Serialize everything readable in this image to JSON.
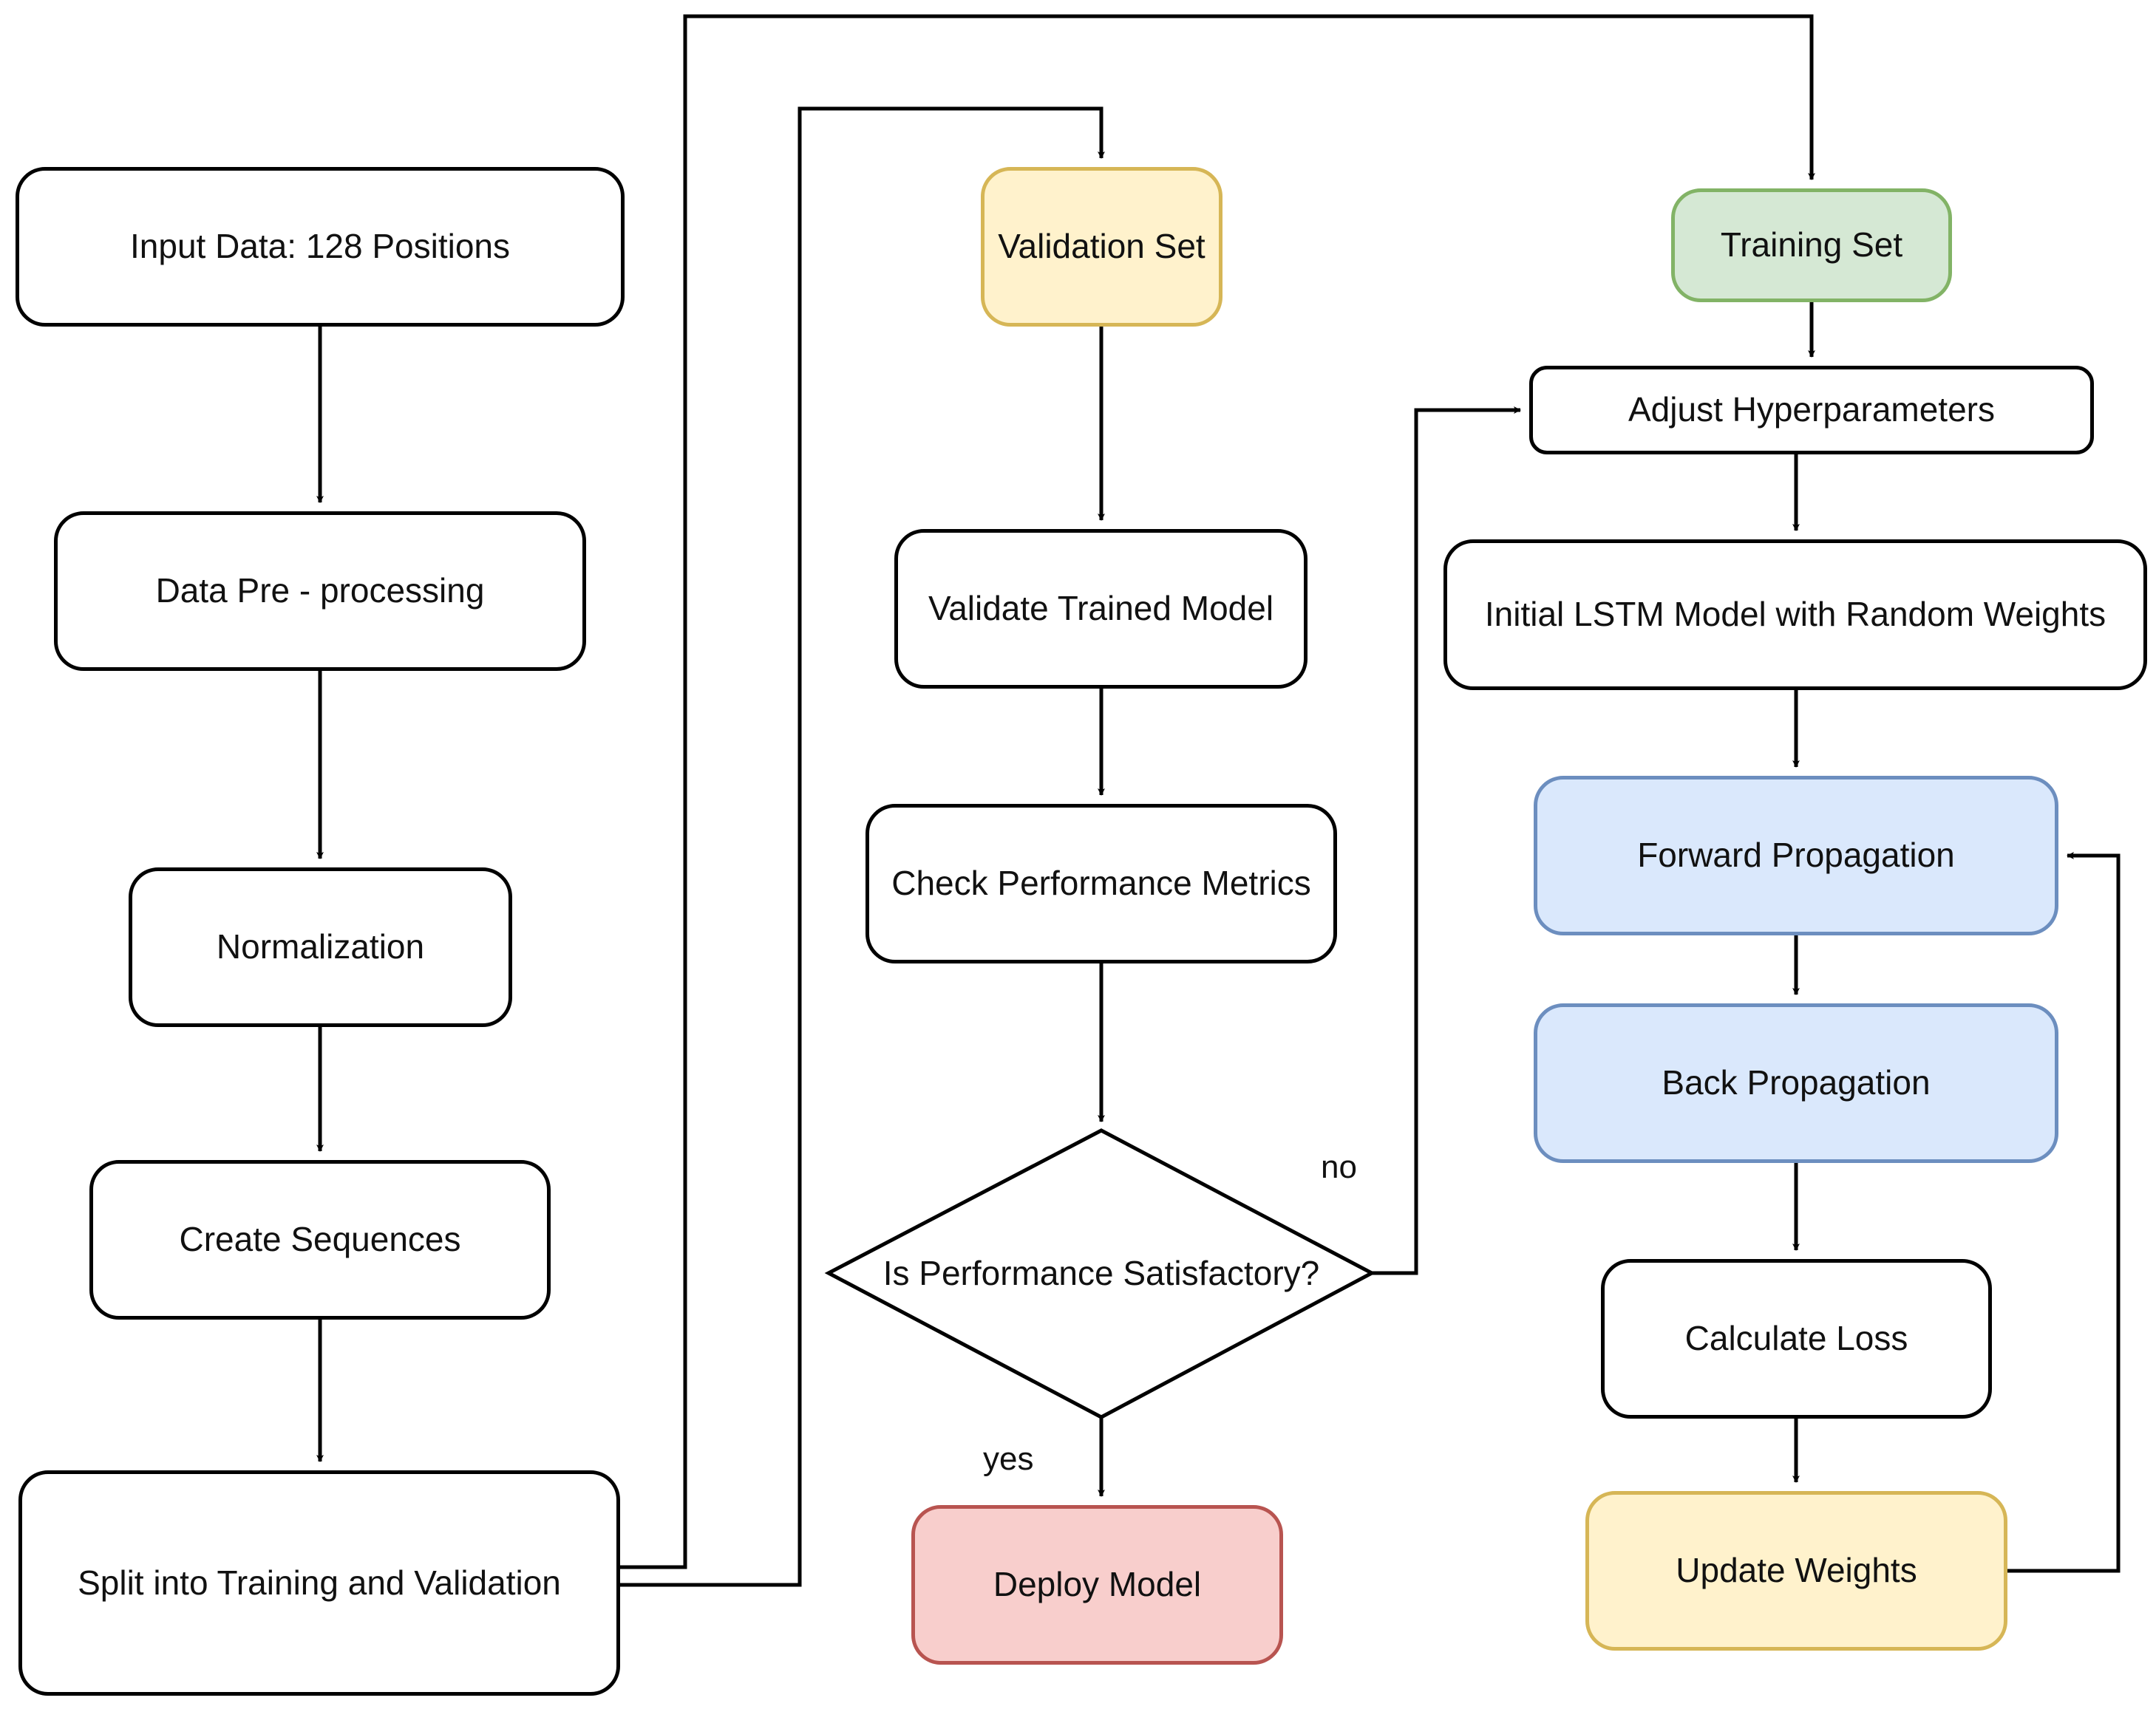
{
  "diagram": {
    "nodes": {
      "input": "Input Data: 128 Positions",
      "preprocessing": "Data Pre - processing",
      "normalization": "Normalization",
      "sequences": "Create Sequences",
      "split": "Split into Training and Validation",
      "validation_set": "Validation Set",
      "validate_model": "Validate Trained Model",
      "check_metrics": "Check Performance Metrics",
      "decision": "Is Performance Satisfactory?",
      "deploy": "Deploy Model",
      "training_set": "Training Set",
      "adjust": "Adjust Hyperparameters",
      "initial_model": "Initial LSTM Model with Random Weights",
      "forward": "Forward Propagation",
      "back": "Back Propagation",
      "loss": "Calculate Loss",
      "update": "Update Weights"
    },
    "edge_labels": {
      "no": "no",
      "yes": "yes"
    },
    "colors": {
      "validation_set": "#fff2cc",
      "training_set": "#d5e8d4",
      "deploy": "#f8cecc",
      "propagation": "#dae8fc",
      "update": "#fff2cc"
    }
  }
}
